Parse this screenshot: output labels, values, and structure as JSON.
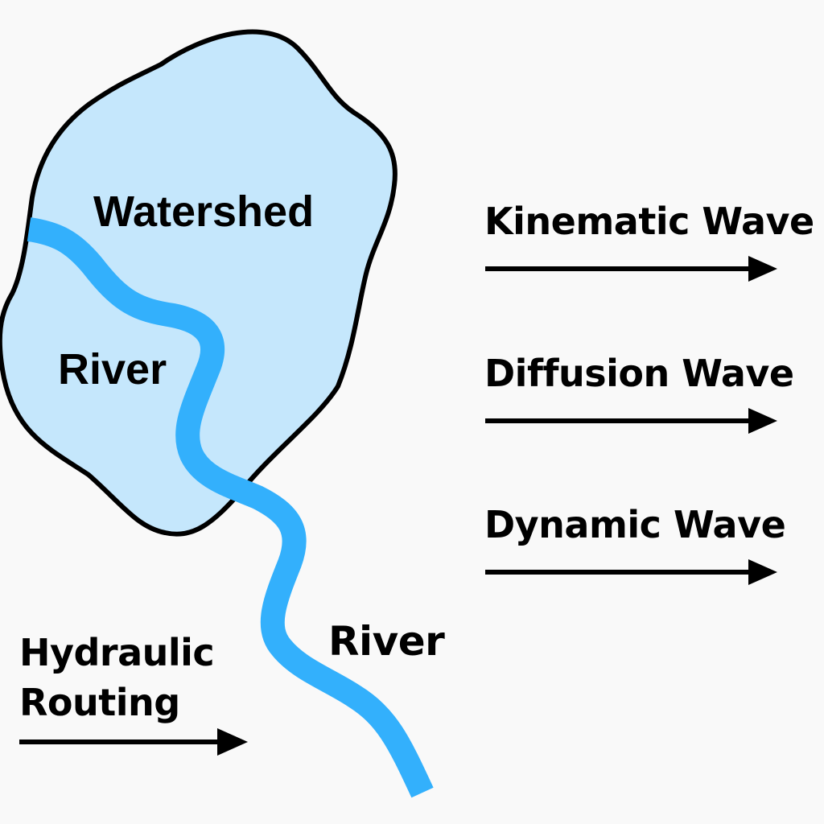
{
  "diagram": {
    "title": "Hydraulic Routing in a Watershed",
    "colors": {
      "background": "#f9f9f9",
      "watershed_fill": "#c5e7fc",
      "watershed_outline": "#000000",
      "river": "#33b0fc",
      "text": "#000000",
      "arrow": "#000000"
    },
    "labels": {
      "watershed": "Watershed",
      "river_upper": "River",
      "river_lower": "River",
      "hydraulic_routing_line1": "Hydraulic",
      "hydraulic_routing_line2": "Routing"
    },
    "wave_methods": [
      {
        "label": "Kinematic Wave",
        "icon": "right-arrow-icon"
      },
      {
        "label": "Diffusion Wave",
        "icon": "right-arrow-icon"
      },
      {
        "label": "Dynamic Wave",
        "icon": "right-arrow-icon"
      }
    ],
    "routing_arrow_icon": "right-arrow-icon"
  }
}
